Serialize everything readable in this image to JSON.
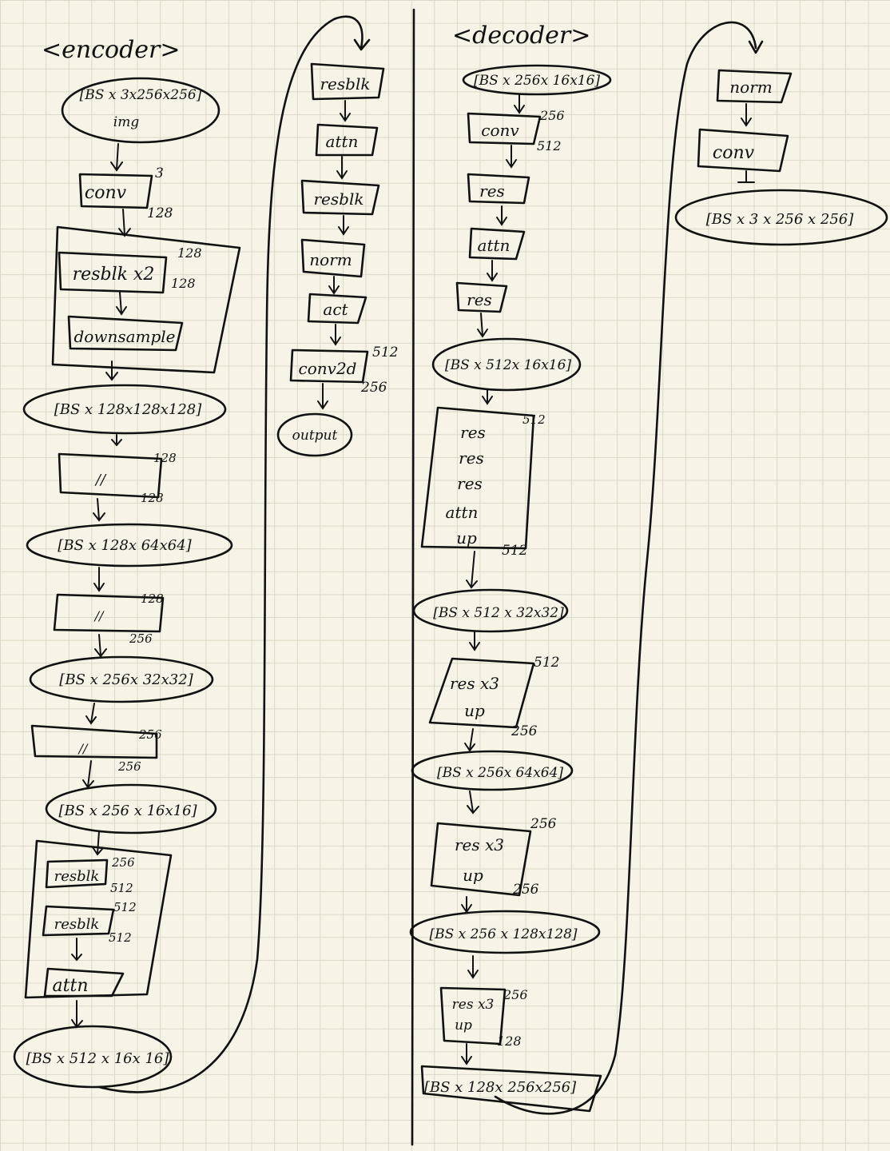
{
  "encoder": {
    "title": "<encoder>",
    "input": {
      "shape": "[BS x 3x256x256]",
      "label": "img"
    },
    "conv_in": {
      "label": "conv",
      "dim_in": "3",
      "dim_out": "128"
    },
    "stage1": {
      "resblock": "resblk x2",
      "dim_in": "128",
      "dim_out": "128",
      "downsample": "downsample"
    },
    "shape1": "[BS x 128x128x128]",
    "stage2": {
      "mark": "//",
      "dim_in": "128",
      "dim_out": "128"
    },
    "shape2": "[BS x 128x 64x64]",
    "stage3": {
      "mark": "//",
      "dim_in": "128",
      "dim_out": "256"
    },
    "shape3": "[BS x 256x 32x32]",
    "stage4": {
      "mark": "//",
      "dim_in": "256",
      "dim_out": "256"
    },
    "shape4": "[BS x 256 x 16x16]",
    "mid": {
      "resblk1": "resblk",
      "resblk1_in": "256",
      "resblk1_out": "512",
      "resblk2": "resblk",
      "resblk2_in": "512",
      "resblk2_out": "512",
      "attn": "attn"
    },
    "shape5": "[BS x 512 x 16x 16]"
  },
  "encoder_tail": {
    "resblk_a": "resblk",
    "attn": "attn",
    "resblk_b": "resblk",
    "norm": "norm",
    "act": "act",
    "conv2d": "conv2d",
    "conv2d_in": "512",
    "conv2d_out": "256",
    "output": "output"
  },
  "decoder": {
    "title": "<decoder>",
    "input": "[BS x 256x 16x16]",
    "conv": {
      "label": "conv",
      "dim_in": "256",
      "dim_out": "512"
    },
    "res1": "res",
    "attn": "attn",
    "res2": "res",
    "shape1": "[BS x 512x 16x16]",
    "block1": {
      "lines": [
        "res",
        "res",
        "res",
        "attn",
        "up"
      ],
      "dim_in": "512",
      "dim_out": "512"
    },
    "shape2": "[BS x 512 x 32x32]",
    "block2": {
      "lines": [
        "res x3",
        "up"
      ],
      "dim_in": "512",
      "dim_out": "256"
    },
    "shape3": "[BS x 256x 64x64]",
    "block3": {
      "lines": [
        "res x3",
        "up"
      ],
      "dim_in": "256",
      "dim_out": "256"
    },
    "shape4": "[BS x 256 x 128x128]",
    "block4": {
      "lines": [
        "res x3",
        "up"
      ],
      "dim_in": "256",
      "dim_out": "128"
    },
    "shape5": "[BS x 128x 256x256]"
  },
  "decoder_tail": {
    "norm": "norm",
    "conv": "conv",
    "output_shape": "[BS x 3 x 256 x 256]"
  }
}
